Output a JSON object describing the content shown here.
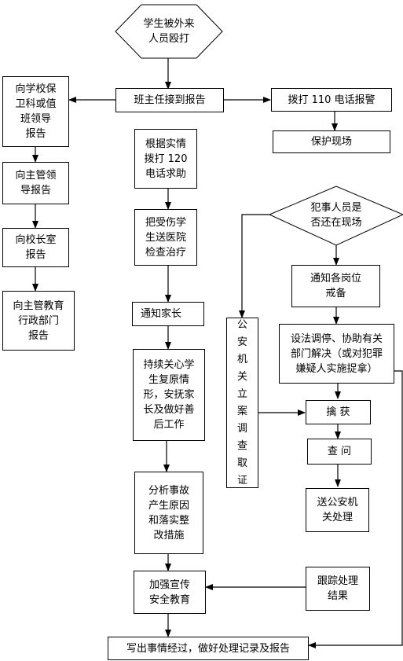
{
  "nodes": {
    "start": "学生被外来\n人员殴打",
    "teacher": "班主任接到报告",
    "security": "向学校保\n卫科或值\n班领导\n报告",
    "dept_head": "向主管领\n导报告",
    "principal": "向校长室\n报告",
    "edu_dept": "向主管教育\n行政部门\n报告",
    "call110": "拨打 110 电话报警",
    "protect": "保护现场",
    "call120": "根据实情\n拨打 120\n电话求助",
    "hospital": "把受伤学\n生送医院\n检查治疗",
    "parents": "通知家长",
    "care": "持续关心学\n生复原情\n形，安抚家\n长及做好善\n后工作",
    "analyze": "分析事故\n产生原因\n和落实整\n改措施",
    "education": "加强宣传\n安全教育",
    "write_report": "写出事情经过，做好处理记录及报告",
    "suspect": "犯事人员是\n否还在现场",
    "notify_posts": "通知各岗位\n戒备",
    "mediate": "设法调停、协助有关\n部门解决（或对犯罪\n嫌疑人实施捉拿）",
    "police_case": "公\n安\n机\n关\n立\n案\n调\n查\n取\n证",
    "capture": "擒 获",
    "interrogate": "查 问",
    "send_police": "送公安机\n关处理",
    "follow_up": "跟踪处理\n结果"
  }
}
